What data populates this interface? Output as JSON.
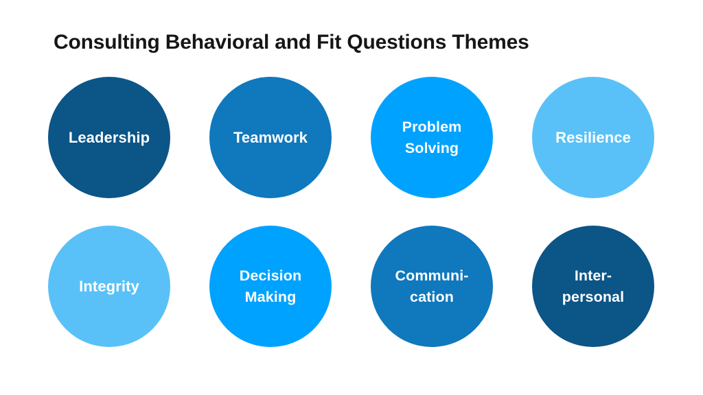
{
  "page": {
    "title": "Consulting Behavioral and Fit Questions Themes",
    "background_color": "#ffffff",
    "title_color": "#161616"
  },
  "palette": {
    "navy": "#0b5587",
    "medium_blue": "#1078bd",
    "bright_blue": "#00a2ff",
    "light_blue": "#59c1f7",
    "label_color": "#ffffff"
  },
  "bubbles": [
    {
      "label": "Leadership",
      "color": "#0b5587",
      "row": 1,
      "column": 1,
      "lines": 1
    },
    {
      "label": "Teamwork",
      "color": "#1078bd",
      "row": 1,
      "column": 2,
      "lines": 1
    },
    {
      "label": "Problem\nSolving",
      "color": "#00a2ff",
      "row": 1,
      "column": 3,
      "lines": 2
    },
    {
      "label": "Resilience",
      "color": "#59c1f7",
      "row": 1,
      "column": 4,
      "lines": 1
    },
    {
      "label": "Integrity",
      "color": "#59c1f7",
      "row": 2,
      "column": 1,
      "lines": 1
    },
    {
      "label": "Decision\nMaking",
      "color": "#00a2ff",
      "row": 2,
      "column": 2,
      "lines": 2
    },
    {
      "label": "Communi-\ncation",
      "color": "#1078bd",
      "row": 2,
      "column": 3,
      "lines": 2
    },
    {
      "label": "Inter-\npersonal",
      "color": "#0b5587",
      "row": 2,
      "column": 4,
      "lines": 2
    }
  ]
}
